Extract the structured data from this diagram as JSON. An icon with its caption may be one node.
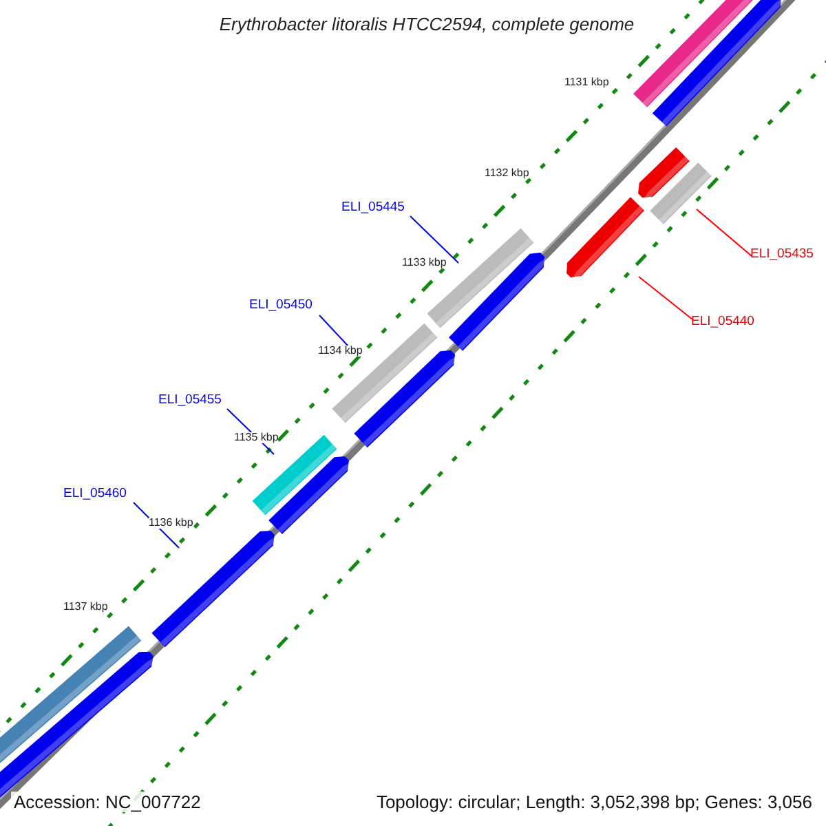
{
  "diagram": {
    "title": "Erythrobacter litoralis HTCC2594, complete genome",
    "nodes": [
      {
        "text": [
          "ELI_05445"
        ]
      },
      {
        "text": [
          "ELI_05435"
        ]
      },
      {
        "text": [
          "ELI_05450"
        ]
      },
      {
        "text": [
          "ELI_05440"
        ]
      },
      {
        "text": [
          "ELI_05455"
        ]
      },
      {
        "text": [
          "ELI_05460"
        ]
      },
      {
        "text": [],
        "shape": "bar"
      },
      {
        "text": [],
        "shape": "bar"
      },
      {
        "text": [],
        "shape": "bar"
      },
      {
        "text": [],
        "shape": "bar"
      },
      {
        "text": [],
        "shape": "bar"
      },
      {
        "text": [],
        "shape": "bar"
      },
      {
        "text": [],
        "shape": "bar"
      },
      {
        "text": [],
        "shape": "bar"
      },
      {
        "text": [],
        "shape": "bar"
      },
      {
        "text": [],
        "shape": "bar"
      },
      {
        "text": [],
        "shape": "bar"
      },
      {
        "text": [],
        "shape": "bar"
      },
      {
        "text": [],
        "shape": "bar"
      },
      {
        "text": [],
        "shape": "bar"
      }
    ],
    "edges": [
      {
        "from": 0,
        "to": 6,
        "arrow": "none"
      },
      {
        "from": 1,
        "to": 7,
        "arrow": "none",
        "color": "#ff0000"
      },
      {
        "from": 2,
        "to": 8,
        "arrow": "none"
      },
      {
        "from": 3,
        "to": 9,
        "arrow": "none",
        "color": "#ff0000"
      },
      {
        "from": 4,
        "to": 10,
        "arrow": "none"
      },
      {
        "from": 5,
        "to": 11,
        "arrow": "none"
      }
    ],
    "labels": [
      "1131 kbp",
      "1132 kbp",
      "1133 kbp",
      "1134 kbp",
      "1135 kbp",
      "1136 kbp",
      "1137 kbp",
      "Accession: NC_007722",
      "Topology: circular; Length: 3,052,398 bp; Genes: 3,056"
    ]
  }
}
